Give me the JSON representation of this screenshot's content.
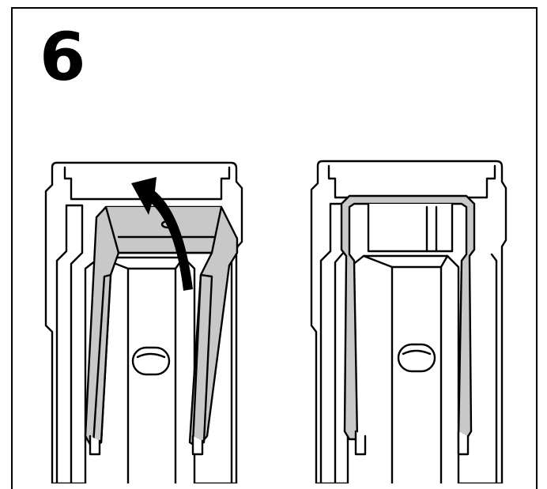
{
  "step": {
    "number": "6"
  },
  "colors": {
    "line": "#000000",
    "part_fill": "#ffffff",
    "highlight_fill": "#c8c8c8"
  },
  "panels": [
    {
      "state": "clip-rotating-up",
      "icon": "curved-arrow-icon"
    },
    {
      "state": "clip-installed"
    }
  ]
}
